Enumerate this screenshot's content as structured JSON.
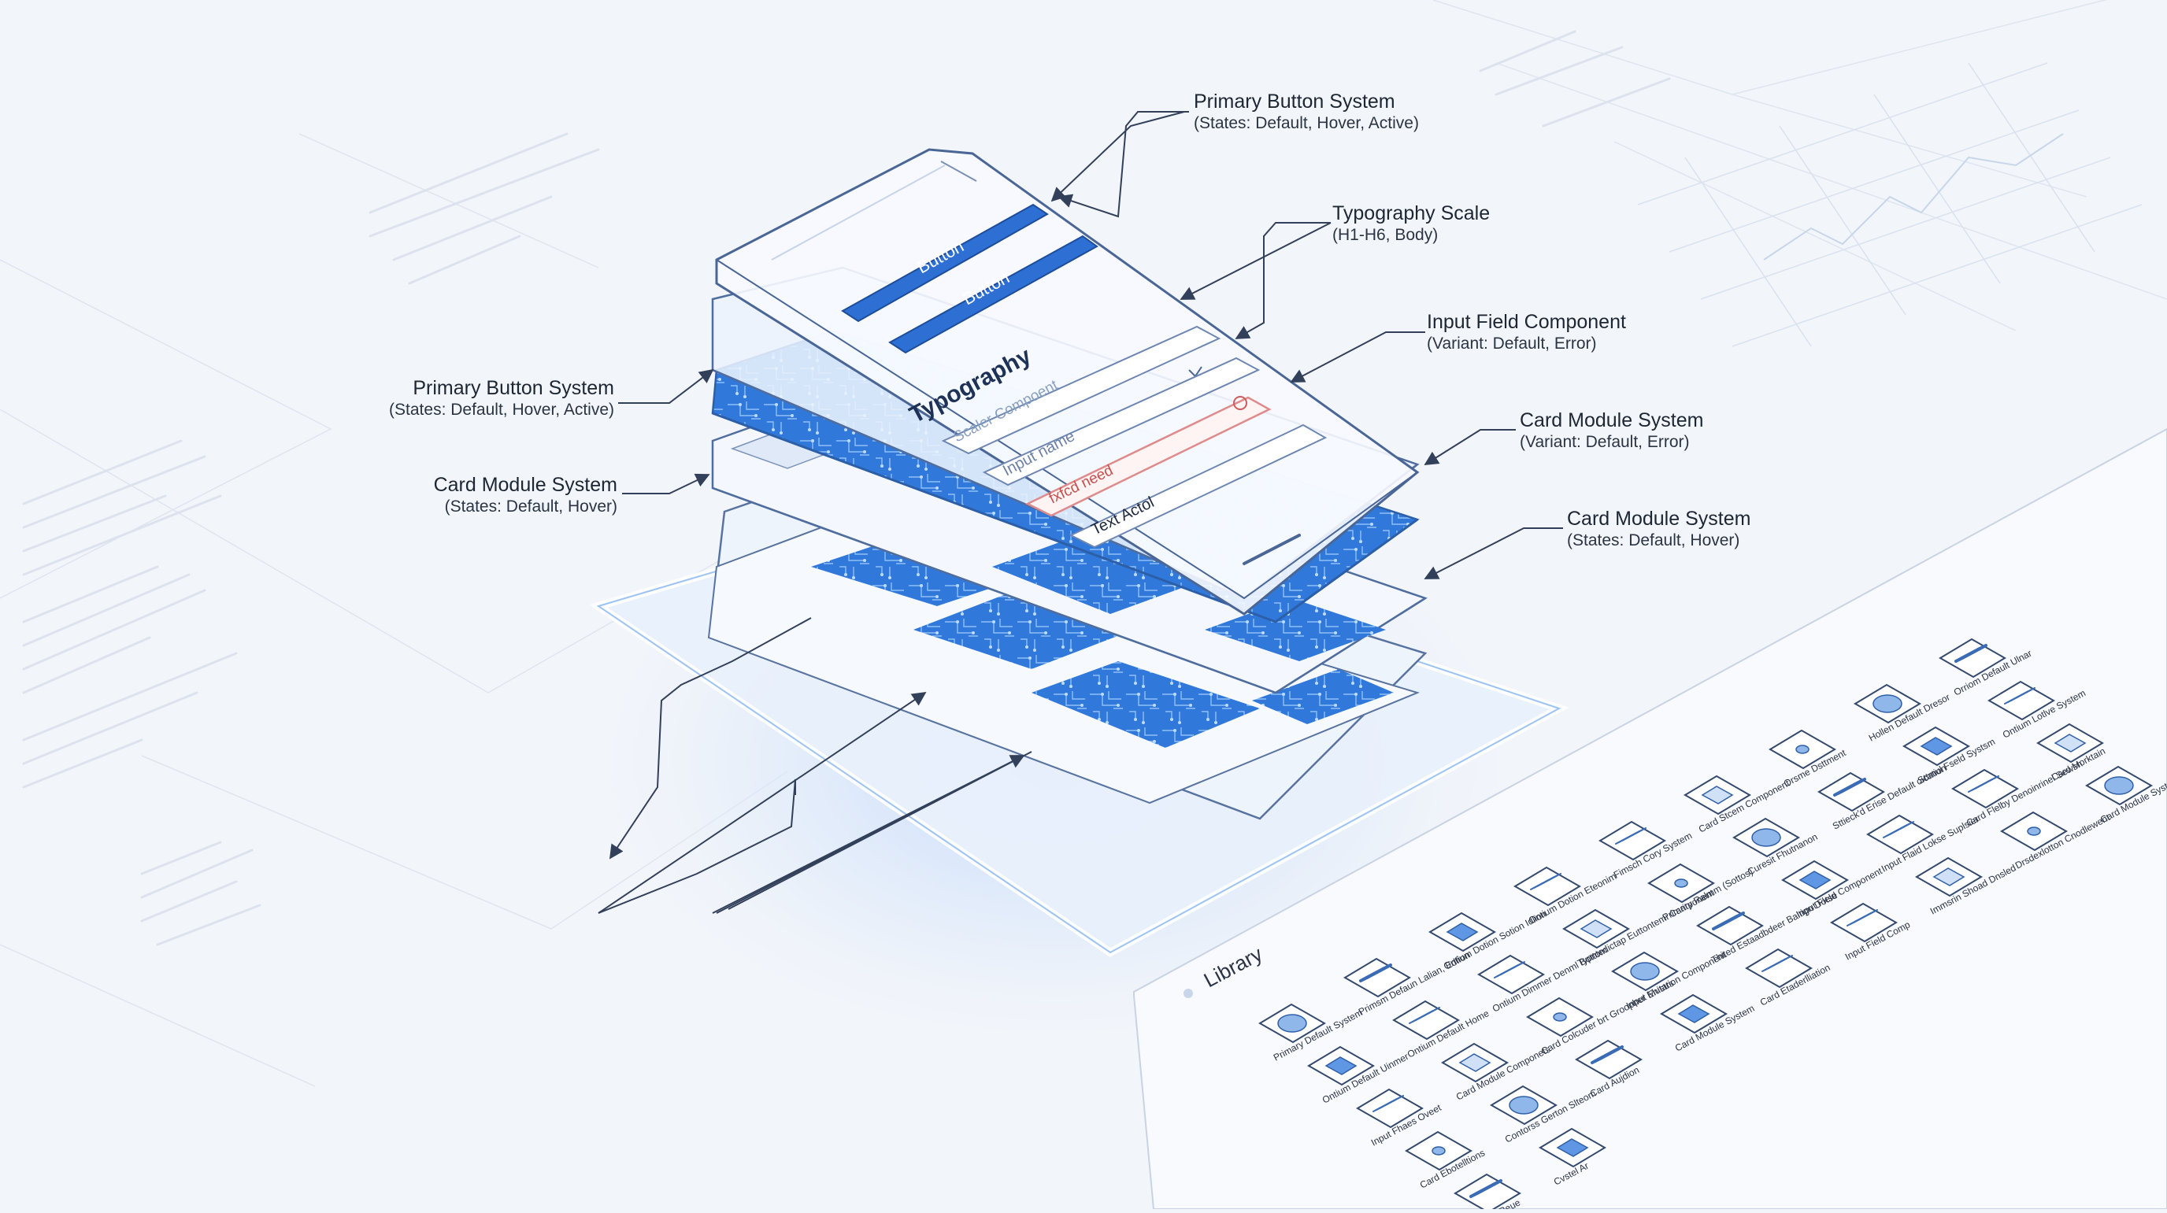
{
  "callouts": [
    {
      "title": "Primary Button System",
      "sub": "(States: Default, Hover, Active)"
    },
    {
      "title": "Typography Scale",
      "sub": "(H1-H6, Body)"
    },
    {
      "title": "Input Field Component",
      "sub": "(Variant: Default, Error)"
    },
    {
      "title": "Card Module System",
      "sub": "(Variant: Default, Error)"
    },
    {
      "title": "Card Module System",
      "sub": "(States: Default, Hover)"
    },
    {
      "title": "Primary Button System",
      "sub": "(States: Default, Hover, Active)"
    },
    {
      "title": "Card Module System",
      "sub": "(States: Default, Hover)"
    }
  ],
  "phone": {
    "button_1": "Button",
    "button_2": "Button",
    "heading": "Typography",
    "field_1": "Scaler Compoent",
    "field_2": "Input name",
    "field_error": "fxfcd need",
    "field_text": "Text Actol"
  },
  "library": {
    "title": "Library",
    "items": [
      {
        "label": "Primary Default System"
      },
      {
        "label": "Primsm Defaun Lalian, Edfion"
      },
      {
        "label": "Ontium Dotion Sotion Idlion"
      },
      {
        "label": "Ontium Dotion Eteonim"
      },
      {
        "label": "Fimsch Cory System"
      },
      {
        "label": "Card Stcem Component"
      },
      {
        "label": "Orsme Dsttment"
      },
      {
        "label": "Hollen Default Dresor"
      },
      {
        "label": "Orriom Default Ulnar"
      },
      {
        "label": "Ontium Default Uinmer"
      },
      {
        "label": "Ontium Default Home"
      },
      {
        "label": "Ontium Dimmer Denml Bottom"
      },
      {
        "label": "Typntedictap Euttontemi Caritponent"
      },
      {
        "label": "Primary Ralmm (Sottos)"
      },
      {
        "label": "Curesit Fhutnanon"
      },
      {
        "label": "Sttieck'd Erise Default oication"
      },
      {
        "label": "Sttmul Fseld Systsm"
      },
      {
        "label": "Ontium Lotlve System"
      },
      {
        "label": "Input Fhaes Oveet"
      },
      {
        "label": "Card Module Componets"
      },
      {
        "label": "Card Colcuder brt Groopher Enistrs"
      },
      {
        "label": "Input Mutation Component"
      },
      {
        "label": "Thited Estaadbdeer Baltign Dotse"
      },
      {
        "label": "Input Fleld Component"
      },
      {
        "label": "Input Flaid Lokse Suplsier"
      },
      {
        "label": "Card Flelby Denoinrinel Sewsn"
      },
      {
        "label": "Card Morktain"
      },
      {
        "label": "Card Ebotelltions"
      },
      {
        "label": "Contorss Gerton Slteom"
      },
      {
        "label": "Card Aujdion"
      },
      {
        "label": "Card Module System"
      },
      {
        "label": "Card Etaderlliation"
      },
      {
        "label": "Input Field Comp"
      },
      {
        "label": "Immsrin Shoad Dnsled"
      },
      {
        "label": "Drsdexlotton Cnodlewent"
      },
      {
        "label": "Card Module Syste"
      },
      {
        "label": "Card Ft Reue"
      },
      {
        "label": "Cvstel Ar"
      }
    ]
  }
}
